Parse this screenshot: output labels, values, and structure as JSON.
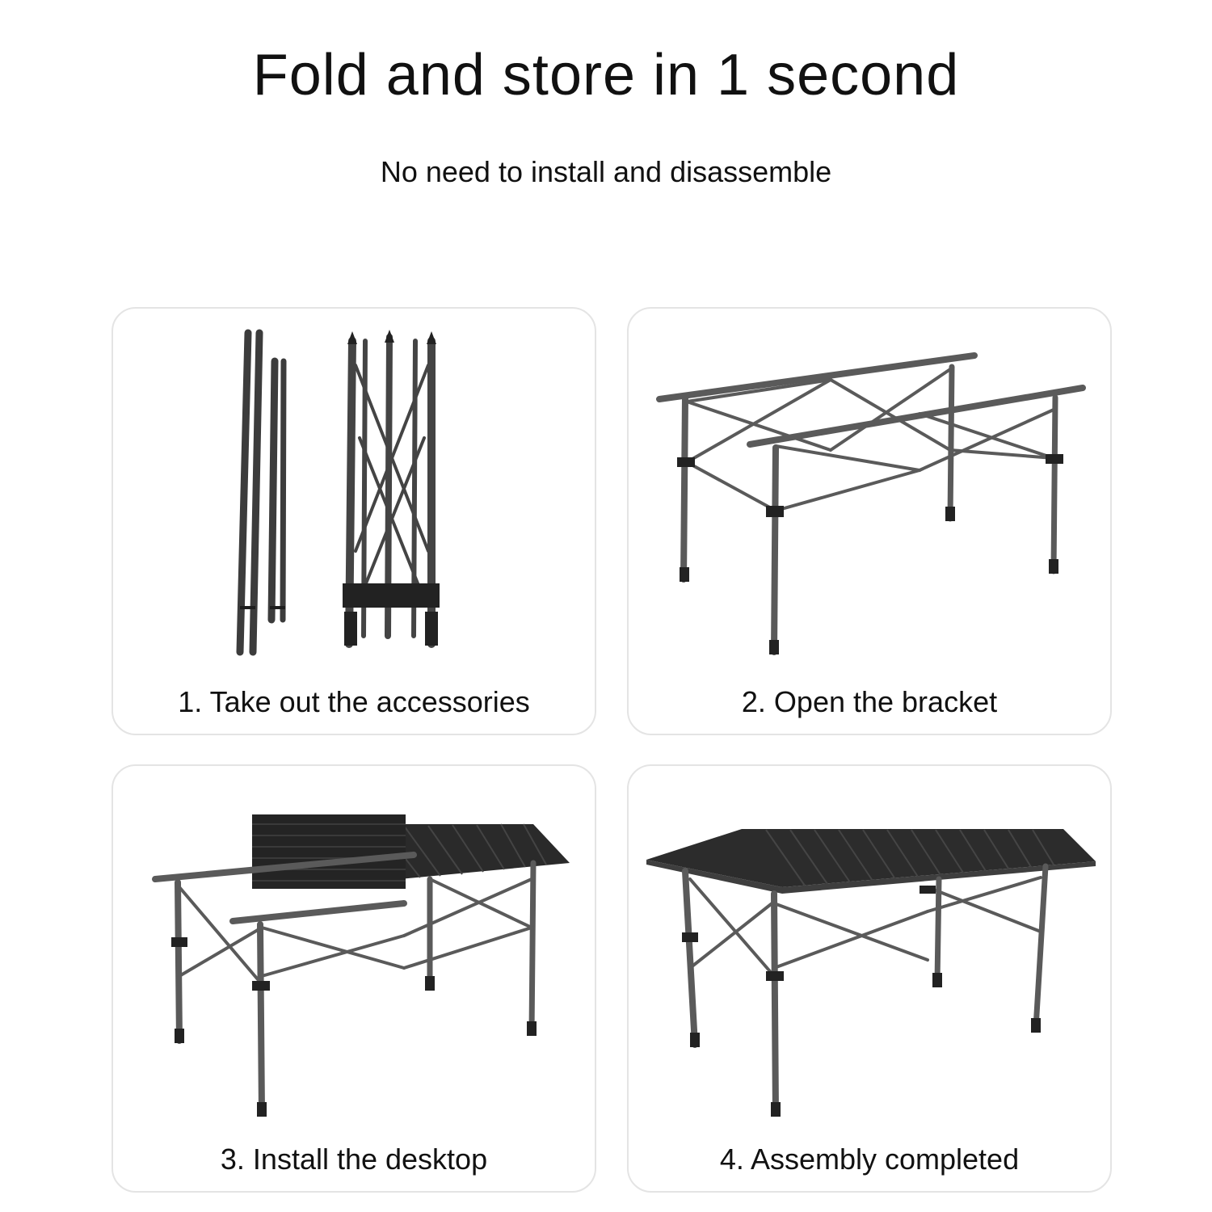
{
  "header": {
    "title": "Fold and store in 1 second",
    "subtitle": "No need to install and disassemble"
  },
  "steps": [
    {
      "caption": "1. Take out the accessories",
      "image": "folded-table-parts-illustration"
    },
    {
      "caption": "2. Open the bracket",
      "image": "open-bracket-frame-illustration"
    },
    {
      "caption": "3. Install the desktop",
      "image": "rolling-tabletop-illustration"
    },
    {
      "caption": "4. Assembly completed",
      "image": "assembled-table-illustration"
    }
  ],
  "colors": {
    "frame": "#5a5a5a",
    "top": "#2a2a2a",
    "card_border": "#e4e4e4"
  }
}
